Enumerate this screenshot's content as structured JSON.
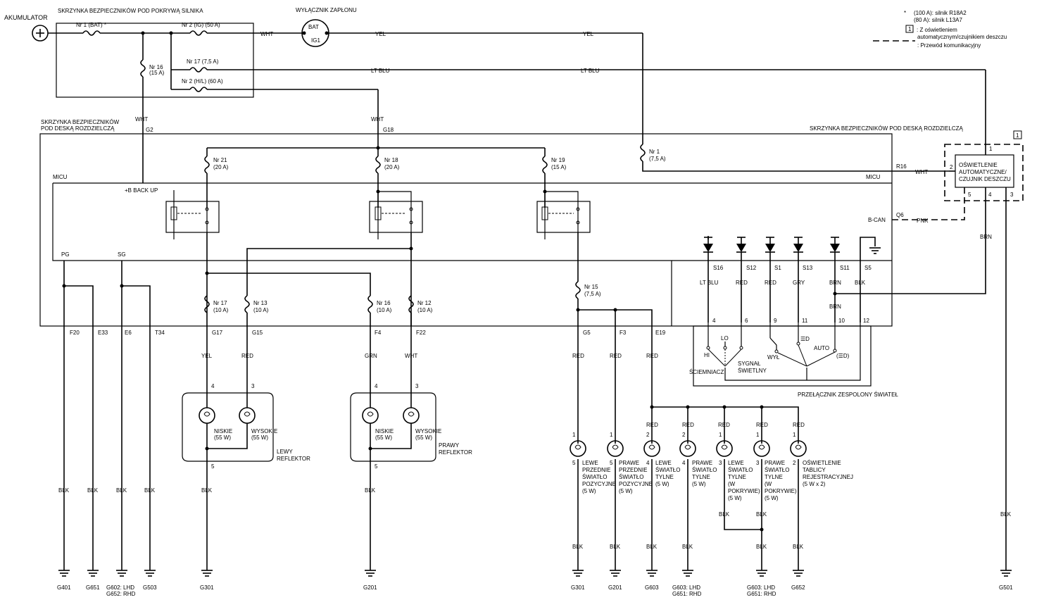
{
  "akumulator": "AKUMULATOR",
  "engine_box": {
    "title": "SKRZYNKA BEZPIECZNIKÓW POD POKRYWĄ SILNIKA",
    "fuse_bat": "Nr 1 (BAT) *",
    "fuse_ig": "Nr 2 (IG) (50 A)",
    "fuse16_a": "Nr 16",
    "fuse16_b": "(15 A)",
    "fuse17": "Nr 17 (7,5 A)",
    "fuse_hl": "Nr 2 (H/L) (60 A)"
  },
  "ignition": {
    "title": "WYŁĄCZNIK ZAPŁONU",
    "bat": "BAT",
    "ig1": "IG1"
  },
  "notes": {
    "star": "*",
    "line1": "(100 A): silnik R18A2",
    "line2": "(80 A): silnik L13A7",
    "box_num": "1",
    "line3": ": Z oświetleniem",
    "line4": "automatycznym/czujnikiem deszczu",
    "line5": ": Przewód komunikacyjny"
  },
  "wire_colors": {
    "wht": "WHT",
    "yel": "YEL",
    "lt_blu": "LT BLU",
    "red": "RED",
    "grn": "GRN",
    "blk": "BLK",
    "brn": "BRN",
    "gry": "GRY",
    "pnk": "PNK"
  },
  "dash_box": {
    "title1": "SKRZYNKA BEZPIECZNIKÓW",
    "title2": "POD DESKĄ ROZDZIELCZĄ",
    "title_right": "SKRZYNKA BEZPIECZNIKÓW POD DESKĄ ROZDZIELCZĄ",
    "micu": "MICU",
    "b_backup": "+B BACK UP",
    "b_can": "B-CAN",
    "pg": "PG",
    "sg": "SG"
  },
  "connectors": {
    "g2": "G2",
    "g18": "G18",
    "r16": "R16",
    "q6": "Q6",
    "f20": "F20",
    "e33": "E33",
    "e6": "E6",
    "t34": "T34",
    "g17": "G17",
    "g15": "G15",
    "f4": "F4",
    "f22": "F22",
    "g5": "G5",
    "f3": "F3",
    "e19": "E19",
    "s16": "S16",
    "s12": "S12",
    "s1": "S1",
    "s13": "S13",
    "s11": "S11",
    "s5": "S5"
  },
  "fuses": {
    "nr21_a": "Nr 21",
    "nr21_b": "(20 A)",
    "nr18_a": "Nr 18",
    "nr18_b": "(20 A)",
    "nr19_a": "Nr 19",
    "nr19_b": "(15 A)",
    "nr1_a": "Nr 1",
    "nr1_b": "(7,5 A)",
    "nr17_a": "Nr 17",
    "nr17_b": "(10 A)",
    "nr13_a": "Nr 13",
    "nr13_b": "(10 A)",
    "nr16_a": "Nr 16",
    "nr16_b": "(10 A)",
    "nr12_a": "Nr 12",
    "nr12_b": "(10 A)",
    "nr15_a": "Nr 15",
    "nr15_b": "(7,5 A)"
  },
  "sensor": {
    "line1": "OŚWIETLENIE",
    "line2": "AUTOMATYCZNE/",
    "line3": "CZUJNIK DESZCZU",
    "pin1": "1",
    "pin2": "2",
    "pin3": "3",
    "pin4": "4",
    "pin5": "5"
  },
  "switch": {
    "title": "PRZEŁĄCZNIK ZESPOLONY ŚWIATEŁ",
    "hi": "HI",
    "lo": "LO",
    "sygnal1": "SYGNAŁ",
    "sygnal2": "ŚWIETLNY",
    "sciemniacz": "ŚCIEMNIACZ",
    "wyl": "WYŁ",
    "auto": "AUTO",
    "sym1": "☰D",
    "sym2": "(☰D)",
    "pin4": "4",
    "pin6": "6",
    "pin9": "9",
    "pin11": "11",
    "pin10": "10",
    "pin12": "12"
  },
  "left_headlight": {
    "name1": "LEWY",
    "name2": "REFLEKTOR",
    "low1": "NISKIE",
    "low2": "(55 W)",
    "high1": "WYSOKIE",
    "high2": "(55 W)",
    "pin4": "4",
    "pin3": "3",
    "pin5": "5"
  },
  "right_headlight": {
    "name1": "PRAWY",
    "name2": "REFLEKTOR",
    "low1": "NISKIE",
    "low2": "(55 W)",
    "high1": "WYSOKIE",
    "high2": "(55 W)",
    "pin4": "4",
    "pin3": "3",
    "pin5": "5"
  },
  "lamps": [
    {
      "pin_top": "1",
      "pin_bot": "5",
      "lines": [
        "LEWE",
        "PRZEDNIE",
        "ŚWIATŁO",
        "POZYCYJNE",
        "(5 W)"
      ]
    },
    {
      "pin_top": "1",
      "pin_bot": "5",
      "lines": [
        "PRAWE",
        "PRZEDNIE",
        "ŚWIATŁO",
        "POZYCYJNE",
        "(5 W)"
      ]
    },
    {
      "pin_top": "2",
      "pin_bot": "4",
      "lines": [
        "LEWE",
        "ŚWIATŁO",
        "TYLNE",
        "(5 W)"
      ]
    },
    {
      "pin_top": "2",
      "pin_bot": "4",
      "lines": [
        "PRAWE",
        "ŚWIATŁO",
        "TYLNE",
        "(5 W)"
      ]
    },
    {
      "pin_top": "1",
      "pin_bot": "3",
      "lines": [
        "LEWE",
        "ŚWIATŁO",
        "TYLNE",
        "(W",
        "POKRYWIE)",
        "(5 W)"
      ]
    },
    {
      "pin_top": "1",
      "pin_bot": "3",
      "lines": [
        "PRAWE",
        "ŚWIATŁO",
        "TYLNE",
        "(W",
        "POKRYWIE)",
        "(5 W)"
      ]
    },
    {
      "pin_top": "1",
      "pin_bot": "2",
      "lines": [
        "OŚWIETLENIE",
        "TABLICY",
        "REJESTRACYJNEJ",
        "(5 W x 2)"
      ]
    }
  ],
  "grounds": {
    "g401": "G401",
    "g651": "G651",
    "g602a": "G602: LHD",
    "g602b": "G652: RHD",
    "g503": "G503",
    "g301": "G301",
    "g201": "G201",
    "g301b": "G301",
    "g201b": "G201",
    "g603": "G603",
    "g603a": "G603: LHD",
    "g603b": "G651: RHD",
    "g603c": "G603: LHD",
    "g603d": "G651: RHD",
    "g652": "G652",
    "g501": "G501"
  }
}
